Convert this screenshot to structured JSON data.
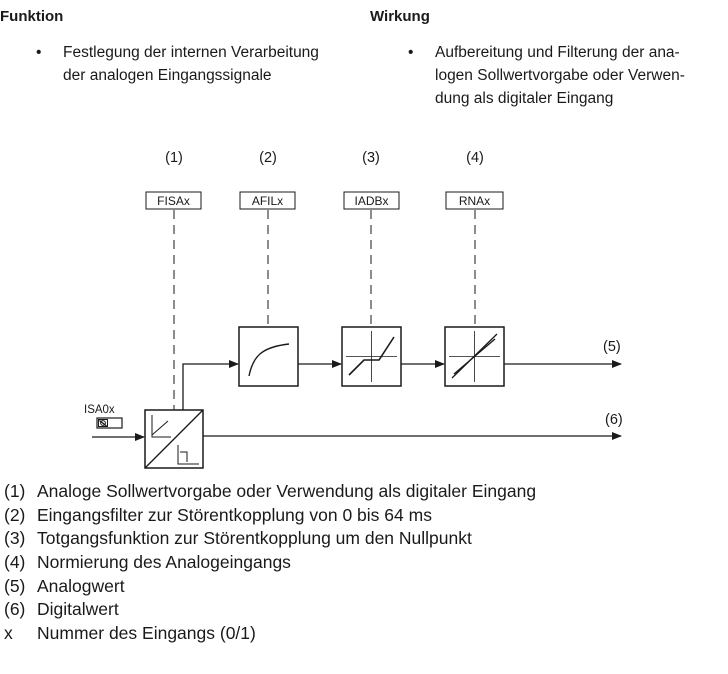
{
  "header": {
    "left": "Funktion",
    "right": "Wirkung"
  },
  "bullets": {
    "left": {
      "symbol": "•",
      "lines": [
        "Festlegung der internen Verarbeitung",
        "der analogen Eingangssignale"
      ]
    },
    "right": {
      "symbol": "•",
      "lines": [
        "Aufbereitung und Filterung der ana-",
        "logen Sollwertvorgabe oder Verwen-",
        "dung als digitaler Eingang"
      ]
    }
  },
  "diagram": {
    "column_numbers": [
      "(1)",
      "(2)",
      "(3)",
      "(4)"
    ],
    "parameters": [
      "FISAx",
      "AFILx",
      "IADBx",
      "RNAx"
    ],
    "outputs": [
      "(5)",
      "(6)"
    ],
    "switch_label": "ISA0x"
  },
  "legend": [
    {
      "key": "(1)",
      "text": "Analoge Sollwertvorgabe oder Verwendung als digitaler Eingang"
    },
    {
      "key": "(2)",
      "text": "Eingangsfilter zur Störentkopplung von 0 bis 64 ms"
    },
    {
      "key": "(3)",
      "text": "Totgangsfunktion zur Störentkopplung um den Nullpunkt"
    },
    {
      "key": "(4)",
      "text": "Normierung des Analogeingangs"
    },
    {
      "key": "(5)",
      "text": "Analogwert"
    },
    {
      "key": "(6)",
      "text": "Digitalwert"
    },
    {
      "key": "x",
      "text": "Nummer des Eingangs (0/1)"
    }
  ]
}
